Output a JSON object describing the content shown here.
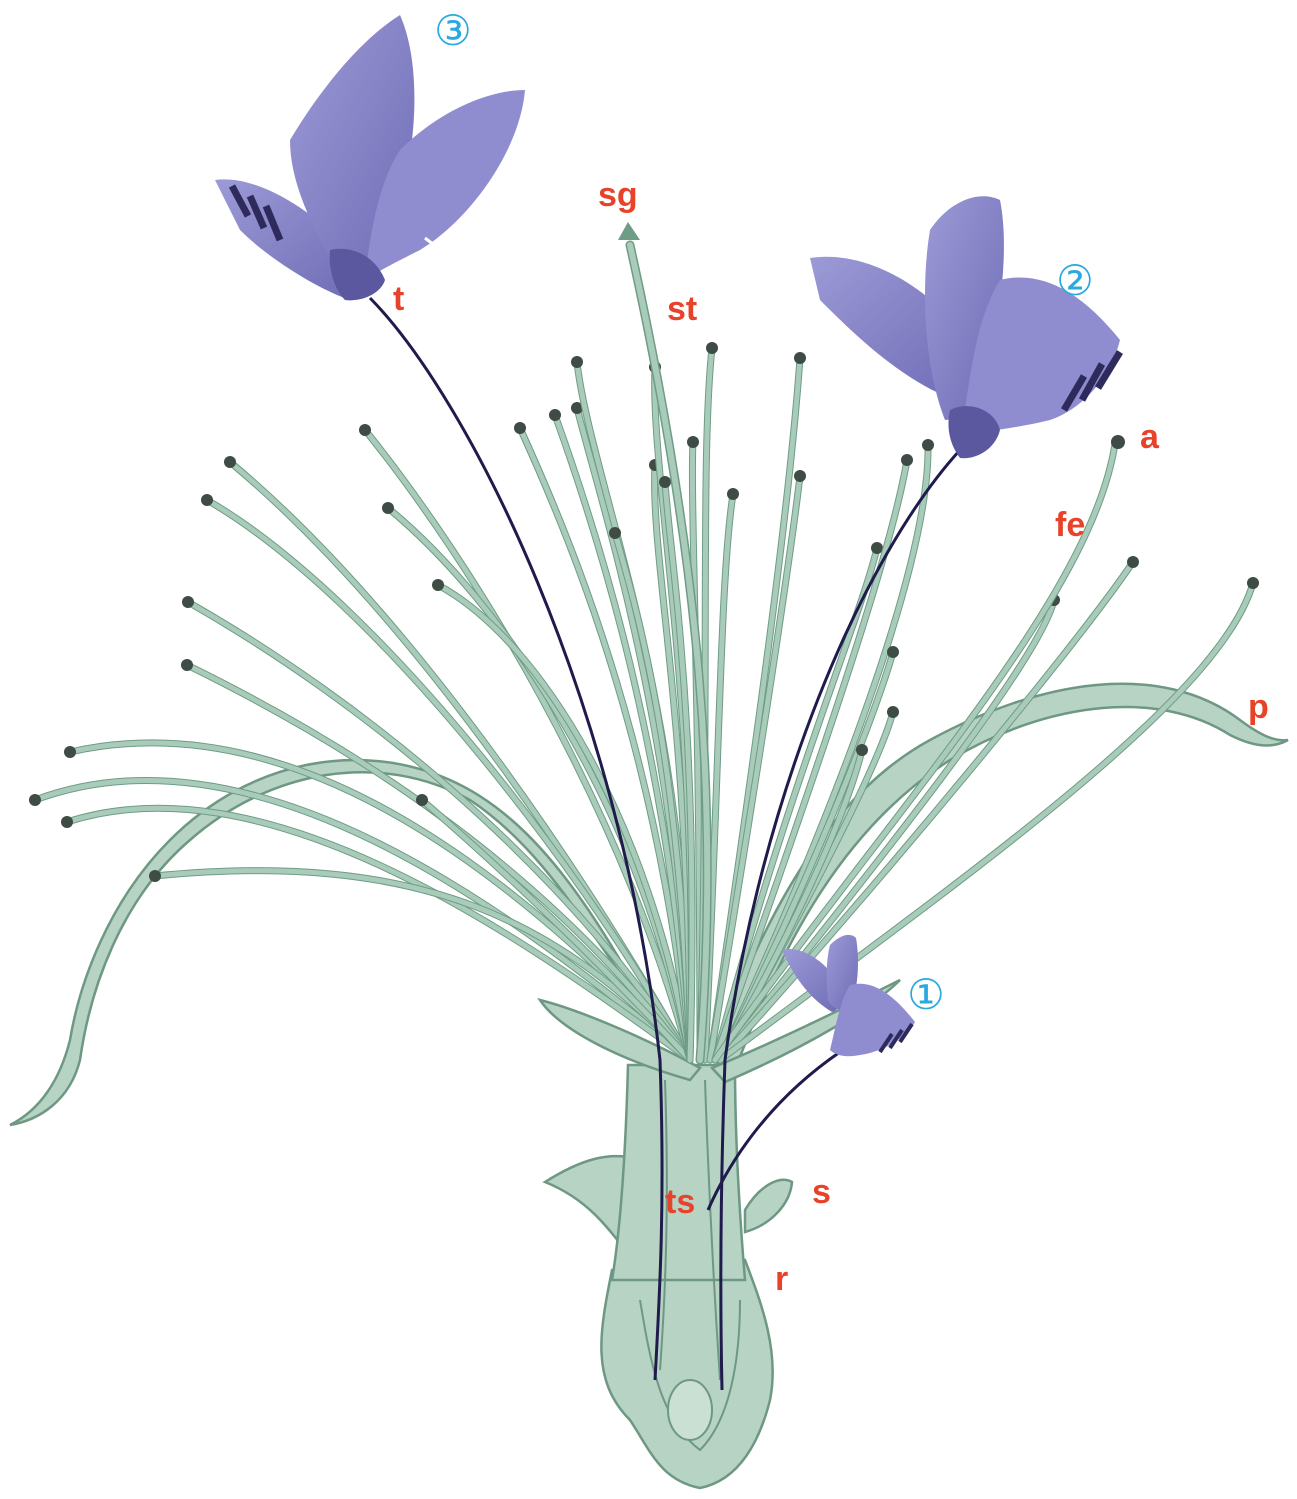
{
  "labels": {
    "sg": "sg",
    "st": "st",
    "t": "t",
    "a": "a",
    "fe": "fe",
    "p": "p",
    "ts": "ts",
    "s": "s",
    "r": "r"
  },
  "moth_numbers": {
    "one": "①",
    "two": "②",
    "three": "③"
  },
  "colors": {
    "label": "#e8432a",
    "moth_number": "#2aa9e0",
    "plant": "#a9cbb9",
    "moth": "#8a87c9"
  }
}
